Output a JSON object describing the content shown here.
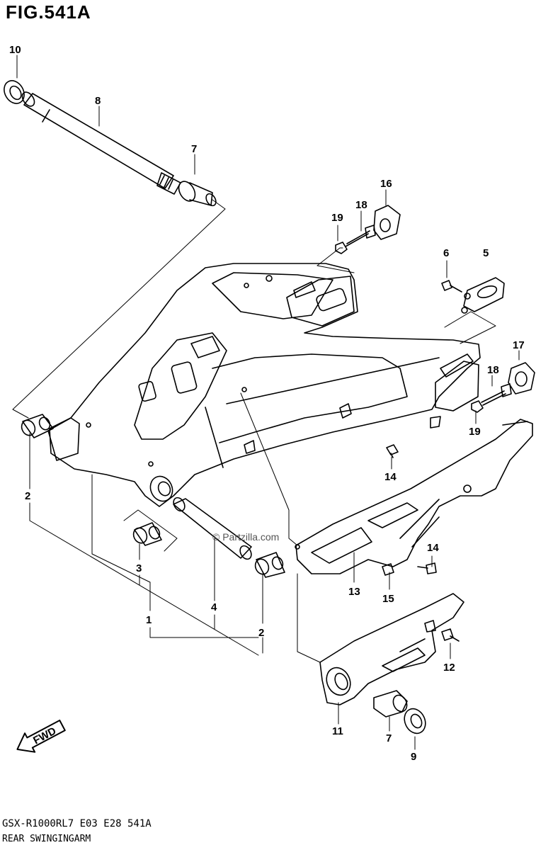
{
  "figure": {
    "title": "FIG.541A",
    "footer_code": "GSX-R1000RL7  E03  E28  541A",
    "footer_name": "REAR SWINGINGARM",
    "watermark": "© Partzilla.com",
    "fwd_label": "FWD"
  },
  "callouts": {
    "c1": "1",
    "c2a": "2",
    "c2b": "2",
    "c3": "3",
    "c4": "4",
    "c5": "5",
    "c6": "6",
    "c7a": "7",
    "c7b": "7",
    "c8": "8",
    "c9": "9",
    "c10": "10",
    "c11": "11",
    "c12": "12",
    "c13": "13",
    "c14a": "14",
    "c14b": "14",
    "c15": "15",
    "c16": "16",
    "c17": "17",
    "c18a": "18",
    "c18b": "18",
    "c19a": "19",
    "c19b": "19"
  }
}
